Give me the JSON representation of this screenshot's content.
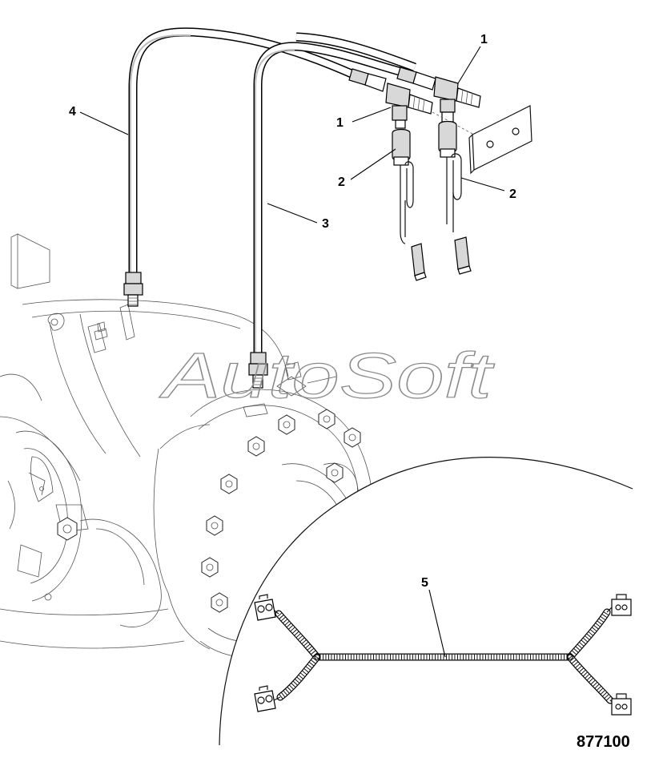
{
  "diagram": {
    "callouts": [
      "1",
      "1",
      "2",
      "2",
      "3",
      "4",
      "5"
    ],
    "figure_number": "877100",
    "watermark": "AutoSoft"
  }
}
